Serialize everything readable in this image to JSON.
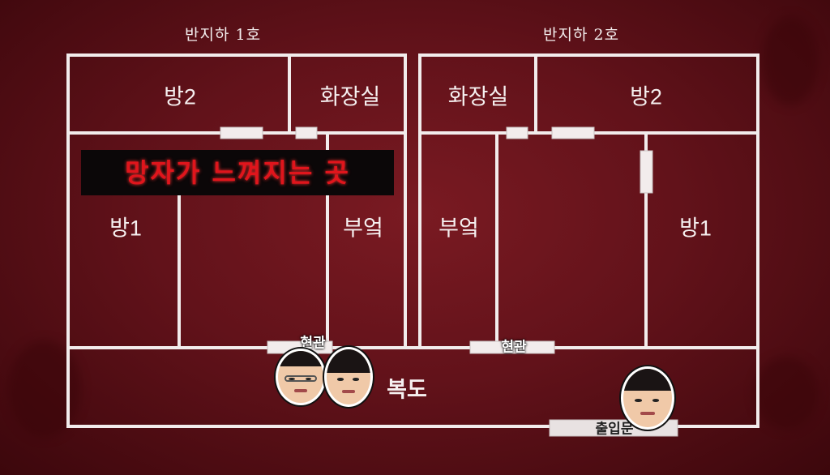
{
  "units": {
    "left": {
      "title": "반지하 1호"
    },
    "right": {
      "title": "반지하 2호"
    }
  },
  "rooms": {
    "left_room2": "방2",
    "left_bathroom": "화장실",
    "left_room1": "방1",
    "left_kitchen": "부엌",
    "right_bathroom": "화장실",
    "right_room2": "방2",
    "right_kitchen": "부엌",
    "right_room1": "방1",
    "hallway": "복도"
  },
  "doors": {
    "left_entrance": "현관",
    "right_entrance": "현관",
    "main_entrance": "출입문"
  },
  "caption": "망자가 느껴지는 곳",
  "colors": {
    "background": "#62121a",
    "walls": "#f2ecec",
    "caption_text": "#e0151c",
    "caption_bg": "#0b0708"
  }
}
